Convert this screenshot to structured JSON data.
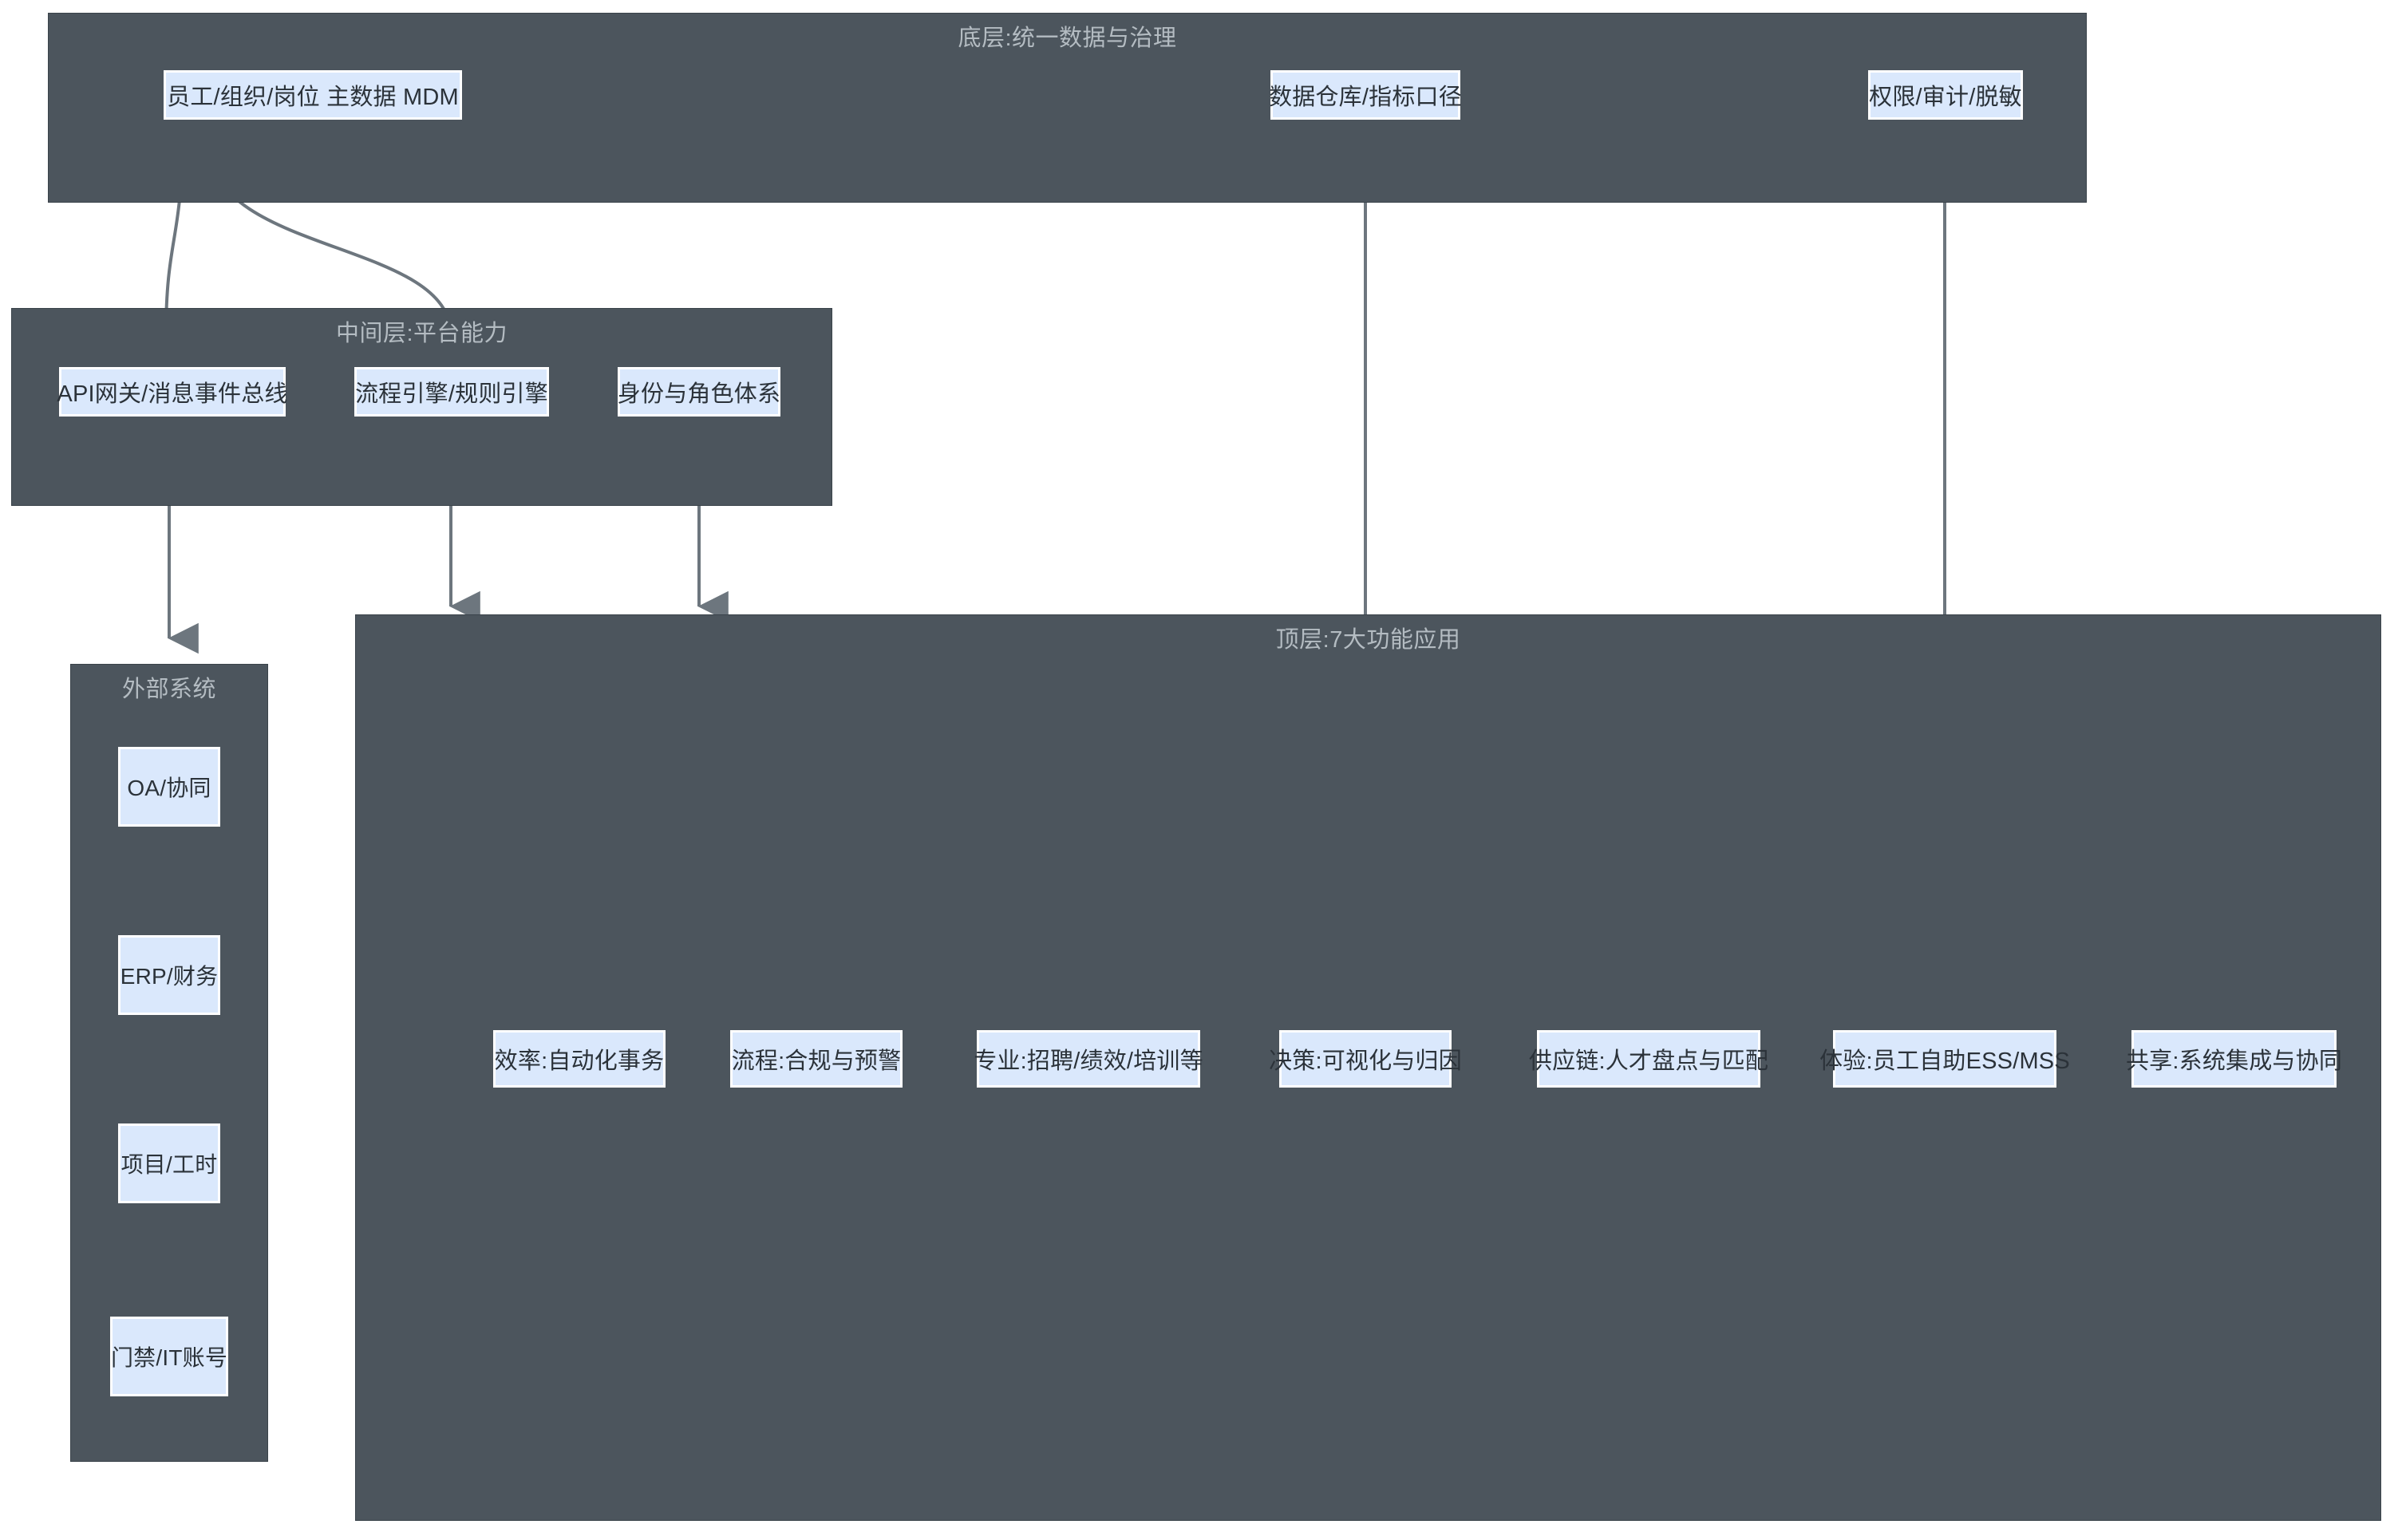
{
  "diagram": {
    "type": "layered-architecture",
    "background": "#ffffff",
    "panel_color": "#4c555d",
    "node_fill": "#dae8fc",
    "node_border": "#ffffff",
    "edge_color": "#6d767e",
    "title_color": "#b4bcc2"
  },
  "layers": {
    "bottom": {
      "title": "底层:统一数据与治理",
      "nodes": [
        {
          "label": "员工/组织/岗位 主数据 MDM"
        },
        {
          "label": "数据仓库/指标口径"
        },
        {
          "label": "权限/审计/脱敏"
        }
      ]
    },
    "middle": {
      "title": "中间层:平台能力",
      "nodes": [
        {
          "label": "API网关/消息事件总线"
        },
        {
          "label": "流程引擎/规则引擎"
        },
        {
          "label": "身份与角色体系"
        }
      ]
    },
    "external": {
      "title": "外部系统",
      "nodes": [
        {
          "label": "OA/协同"
        },
        {
          "label": "ERP/财务"
        },
        {
          "label": "项目/工时"
        },
        {
          "label": "门禁/IT账号"
        }
      ]
    },
    "top": {
      "title": "顶层:7大功能应用",
      "nodes": [
        {
          "label": "效率:自动化事务"
        },
        {
          "label": "流程:合规与预警"
        },
        {
          "label": "专业:招聘/绩效/培训等"
        },
        {
          "label": "决策:可视化与归因"
        },
        {
          "label": "供应链:人才盘点与匹配"
        },
        {
          "label": "体验:员工自助ESS/MSS"
        },
        {
          "label": "共享:系统集成与协同"
        }
      ]
    }
  },
  "edges": [
    {
      "from": "员工/组织/岗位 主数据 MDM",
      "to": "API网关/消息事件总线"
    },
    {
      "from": "员工/组织/岗位 主数据 MDM",
      "to": "流程引擎/规则引擎"
    },
    {
      "from": "API网关/消息事件总线",
      "to": "外部系统"
    },
    {
      "from": "流程引擎/规则引擎",
      "to": "顶层:7大功能应用"
    },
    {
      "from": "身份与角色体系",
      "to": "顶层:7大功能应用"
    },
    {
      "from": "数据仓库/指标口径",
      "to": "决策:可视化与归因"
    },
    {
      "from": "权限/审计/脱敏",
      "to": "体验:员工自助ESS/MSS"
    }
  ]
}
